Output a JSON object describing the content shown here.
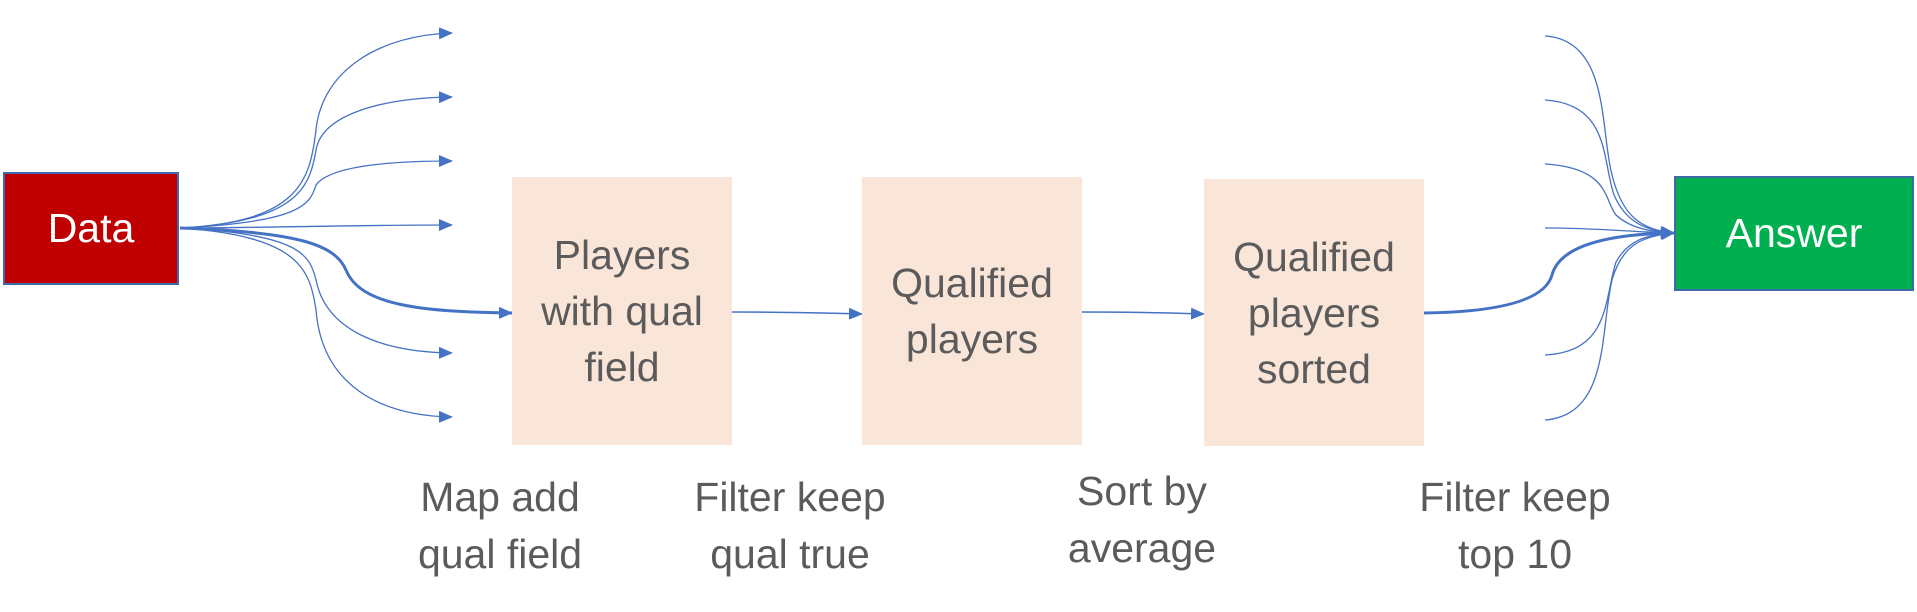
{
  "nodes": {
    "data": "Data",
    "players_with_qual": "Players\nwith qual\nfield",
    "qualified_players": "Qualified\nplayers",
    "qualified_sorted": "Qualified\nplayers\nsorted",
    "answer": "Answer"
  },
  "operations": {
    "map": "Map add\nqual field",
    "filter_qual": "Filter keep\nqual true",
    "sort": "Sort by\naverage",
    "filter_top": "Filter keep\ntop 10"
  },
  "colors": {
    "data_fill": "#c00000",
    "answer_fill": "#00b050",
    "stage_fill": "#fae5d9",
    "arrow": "#4472c4",
    "text": "#5b5b5b"
  }
}
